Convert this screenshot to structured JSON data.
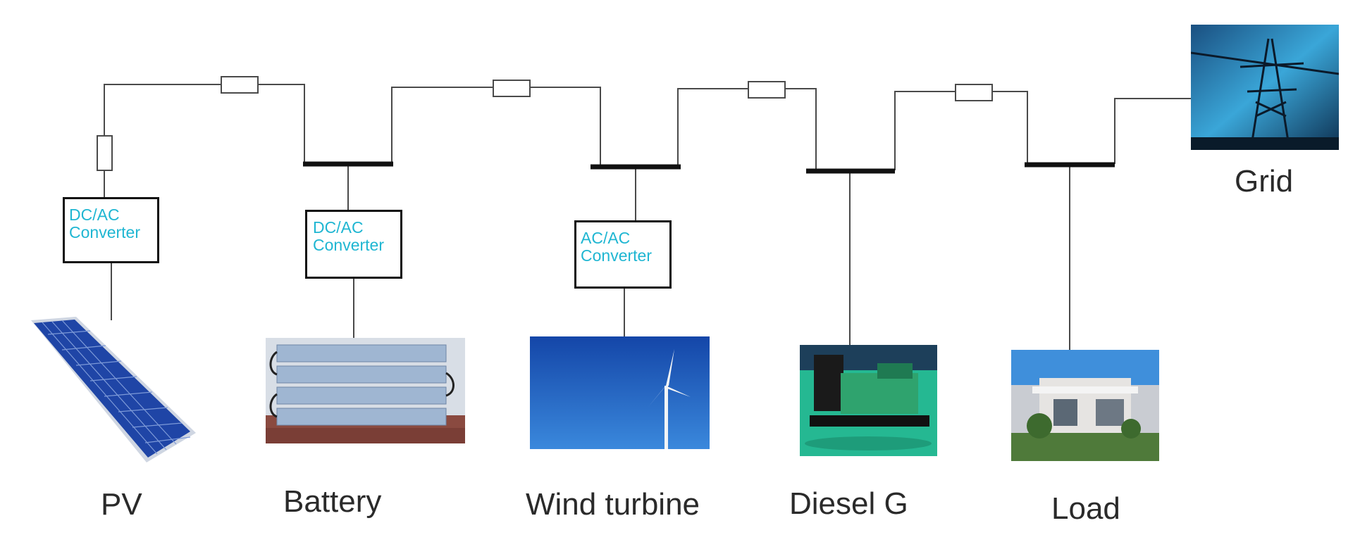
{
  "converters": {
    "pv": {
      "line1": "DC/AC",
      "line2": "Converter"
    },
    "battery": {
      "line1": "DC/AC",
      "line2": "Converter"
    },
    "wind": {
      "line1": "AC/AC",
      "line2": "Converter"
    }
  },
  "labels": {
    "pv": "PV",
    "battery": "Battery",
    "wind": "Wind turbine",
    "diesel": "Diesel G",
    "load": "Load",
    "grid": "Grid"
  },
  "colors": {
    "converter_text": "#1fb6d2",
    "wire": "#4a4a4a",
    "bus": "#111111"
  },
  "icons": {
    "pv": "solar-panel-image",
    "battery": "battery-bank-image",
    "wind": "wind-turbine-image",
    "diesel": "diesel-generator-image",
    "load": "building-image",
    "grid": "transmission-tower-image"
  }
}
